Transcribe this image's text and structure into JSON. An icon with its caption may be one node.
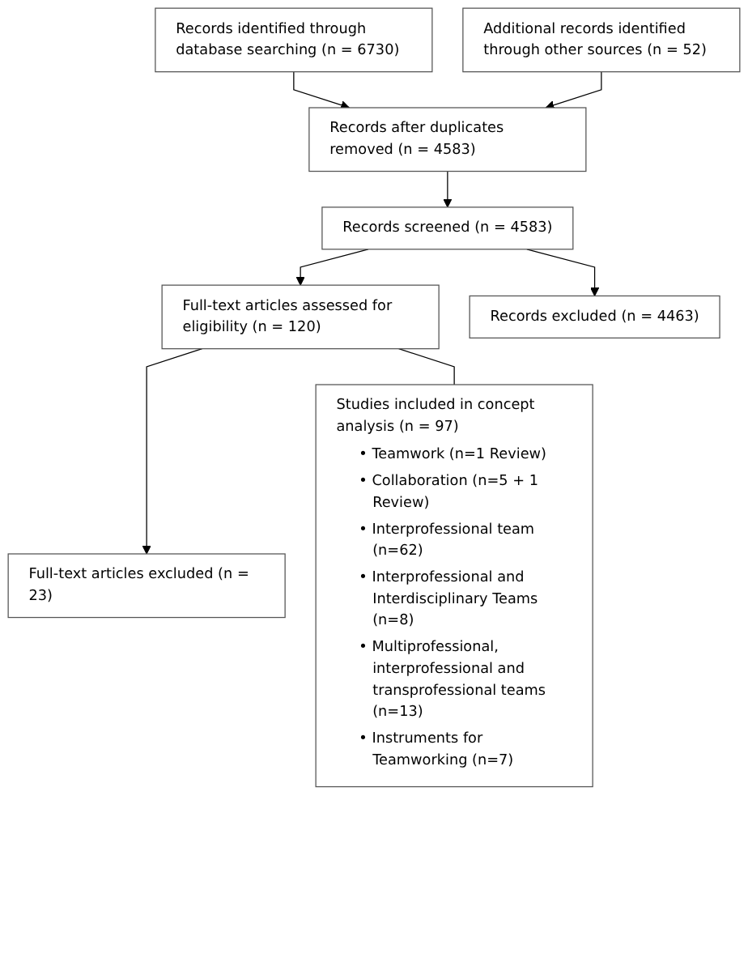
{
  "diagram": {
    "nodes": [
      {
        "text": [
          "Records identified through database searching (n = 6730)"
        ]
      },
      {
        "text": [
          "Additional records identified through other sources (n = 52)"
        ]
      },
      {
        "text": [
          "Records after duplicates removed (n = 4583)"
        ]
      },
      {
        "text": [
          "Records screened (n = 4583)"
        ]
      },
      {
        "text": [
          "Records excluded (n = 4463)"
        ]
      },
      {
        "text": [
          "Full-text articles assessed for eligibility (n = 120)"
        ]
      },
      {
        "text": [
          "Full-text articles excluded (n = 23)"
        ]
      },
      {
        "text": [
          "Studies included in concept analysis (n = 97)",
          "• Teamwork (n=1 Review)",
          "• Collaboration (n=5 + 1 Review)",
          "• Interprofessional team (n=62)",
          "• Interprofessional and Interdisciplinary Teams (n=8)",
          "• Multiprofessional, interprofessional and transprofessional teams (n=13)",
          "• Instruments for Teamworking (n=7)"
        ]
      }
    ],
    "edges": [
      {
        "from": 0,
        "to": 2,
        "arrow": "to"
      },
      {
        "from": 1,
        "to": 2,
        "arrow": "to"
      },
      {
        "from": 2,
        "to": 3,
        "arrow": "to"
      },
      {
        "from": 3,
        "to": 4,
        "arrow": "to"
      },
      {
        "from": 3,
        "to": 5,
        "arrow": "to"
      },
      {
        "from": 5,
        "to": 6,
        "arrow": "to"
      },
      {
        "from": 5,
        "to": 7,
        "arrow": "none"
      }
    ]
  }
}
